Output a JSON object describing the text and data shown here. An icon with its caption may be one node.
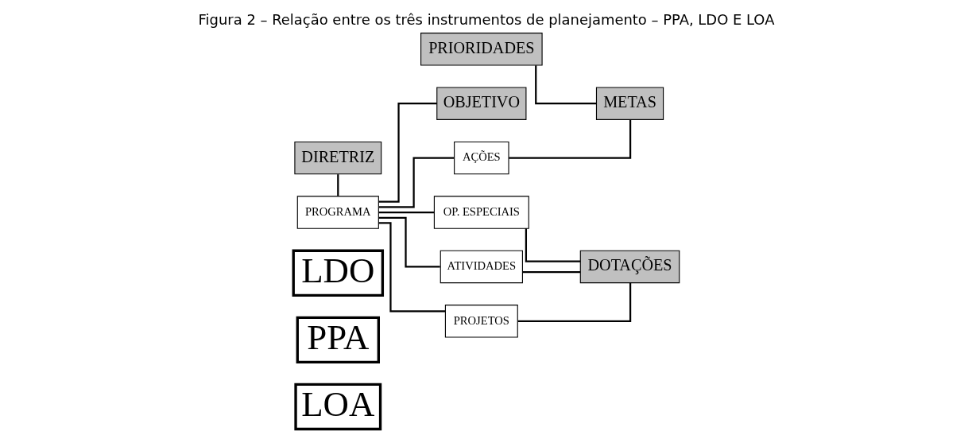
{
  "diagram": {
    "title": "Figura 2 – Relação entre os três instrumentos de planejamento – PPA, LDO E LOA",
    "nodes": [
      {
        "text": [
          "LDO"
        ]
      },
      {
        "text": [
          "PPA"
        ]
      },
      {
        "text": [
          "LOA"
        ]
      },
      {
        "text": [
          "PRIORIDADES"
        ]
      },
      {
        "text": [
          "OBJETIVO"
        ]
      },
      {
        "text": [
          "DIRETRIZ"
        ]
      },
      {
        "text": [
          "AÇÕES"
        ]
      },
      {
        "text": [
          "METAS"
        ]
      },
      {
        "text": [
          "PROGRAMA"
        ]
      },
      {
        "text": [
          "OP. ESPECIAIS"
        ]
      },
      {
        "text": [
          "ATIVIDADES"
        ]
      },
      {
        "text": [
          "PROJETOS"
        ]
      },
      {
        "text": [
          "DOTAÇÕES"
        ]
      }
    ],
    "edges": [
      {
        "from": 5,
        "to": 8,
        "arrow": "none"
      },
      {
        "from": 8,
        "to": 4,
        "arrow": "none"
      },
      {
        "from": 8,
        "to": 6,
        "arrow": "none"
      },
      {
        "from": 8,
        "to": 9,
        "arrow": "none"
      },
      {
        "from": 8,
        "to": 10,
        "arrow": "none"
      },
      {
        "from": 8,
        "to": 11,
        "arrow": "none"
      },
      {
        "from": 6,
        "to": 7,
        "arrow": "none"
      },
      {
        "from": 3,
        "to": 7,
        "arrow": "none"
      },
      {
        "from": 9,
        "to": 12,
        "arrow": "none"
      },
      {
        "from": 10,
        "to": 12,
        "arrow": "none"
      },
      {
        "from": 11,
        "to": 12,
        "arrow": "none"
      }
    ]
  }
}
